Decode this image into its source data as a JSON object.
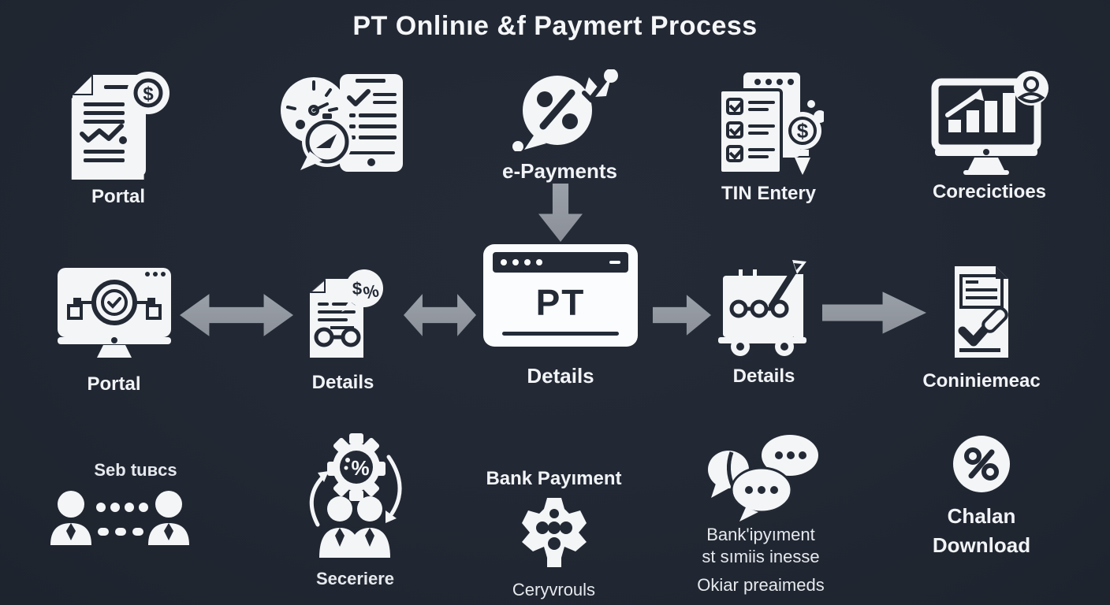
{
  "title": "PT Onlinıe &f Paymert Process",
  "colors": {
    "background": "#222833",
    "icon_white": "#F3F5F7",
    "arrow_gray": "#8F949C",
    "dark_navy": "#232A35"
  },
  "row1": {
    "items": [
      {
        "label": "Portal",
        "icon": "invoice-dollar-bubble-icon"
      },
      {
        "label": "",
        "icon": "phone-checklist-clock-icon"
      },
      {
        "label": "e-Payments",
        "icon": "percent-speech-bubble-icon"
      },
      {
        "label": "TIN Entery",
        "icon": "checklist-dollar-search-icon"
      },
      {
        "label": "Corecictioes",
        "icon": "monitor-bar-chart-user-icon"
      }
    ]
  },
  "row2": {
    "portal_label": "Portal",
    "details_doc_label": "Details",
    "browser_text": "PT",
    "browser_label": "Details",
    "cart_label": "Details",
    "confirm_label": "Coniniemeac"
  },
  "row3": {
    "users_label": "Seb tuвcs",
    "gear_label": "Seceriere",
    "bank_title": "Bank Payıment",
    "bank_label": "Ceryvrouls",
    "chat_line1": "Bank'ipyıment",
    "chat_line2": "st sımiis inesse",
    "chat_line3": "Okiar preaimeds",
    "chalan_line1": "Chalan",
    "chalan_line2": "Download"
  }
}
